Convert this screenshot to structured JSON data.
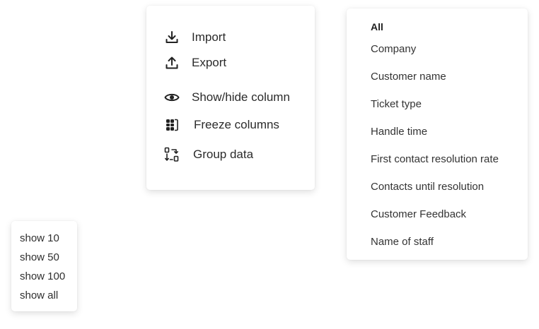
{
  "actions_menu": {
    "items": [
      {
        "label": "Import",
        "icon": "import-icon"
      },
      {
        "label": "Export",
        "icon": "export-icon"
      },
      {
        "label": "Show/hide column",
        "icon": "eye-icon"
      },
      {
        "label": "Freeze columns",
        "icon": "freeze-columns-icon"
      },
      {
        "label": "Group data",
        "icon": "group-data-icon"
      }
    ]
  },
  "column_menu": {
    "items": [
      "All",
      "Company",
      "Customer name",
      "Ticket type",
      "Handle time",
      "First contact resolution rate",
      "Contacts until resolution",
      "Customer Feedback",
      "Name of staff"
    ]
  },
  "pagesize_menu": {
    "items": [
      "show 10",
      "show 50",
      "show 100",
      "show all"
    ]
  },
  "colors": {
    "text": "#2b2b2b",
    "icon": "#222222",
    "panel_bg": "#ffffff"
  }
}
